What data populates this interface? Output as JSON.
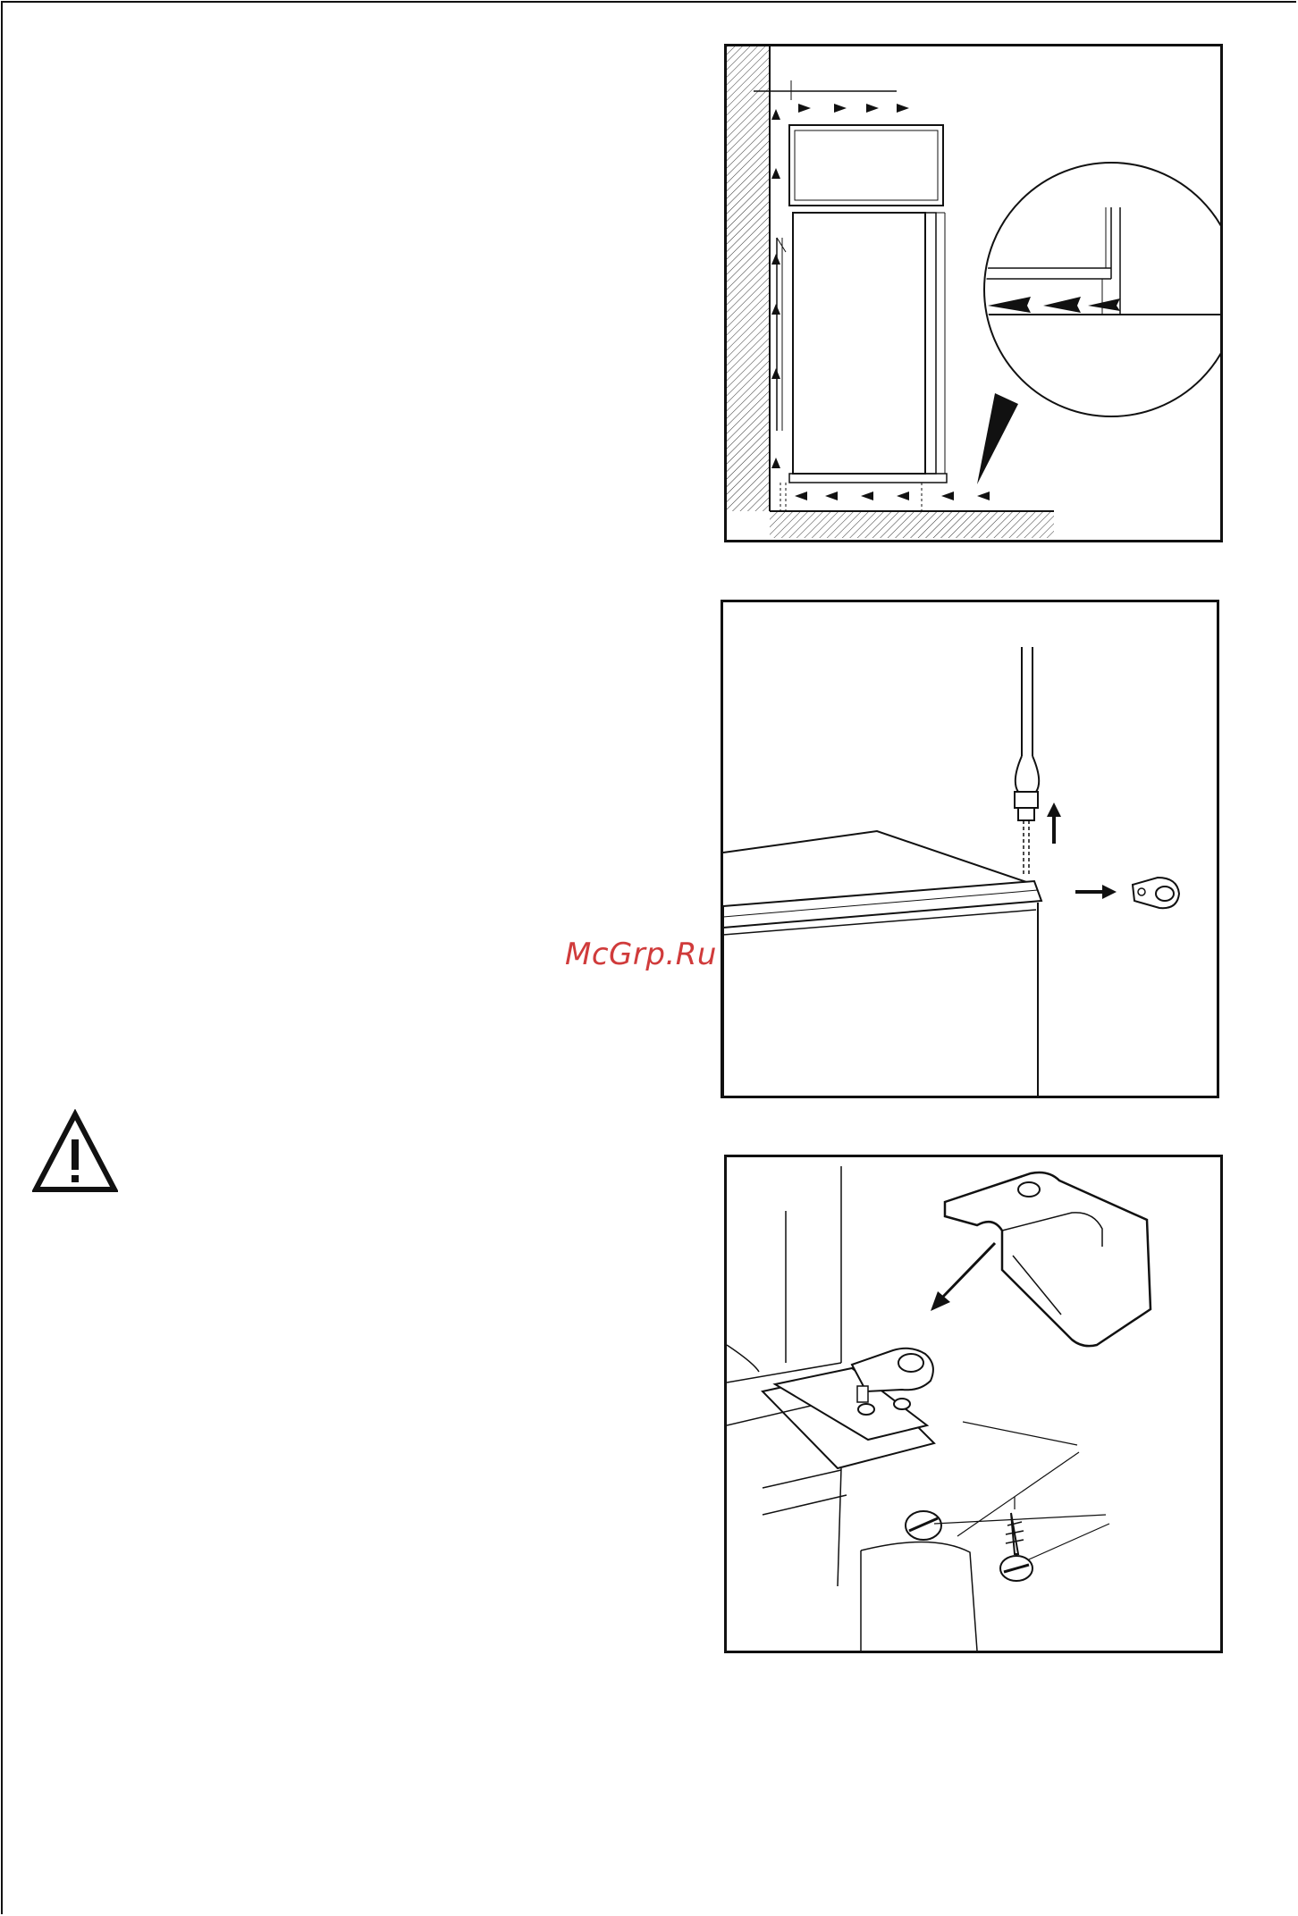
{
  "watermark": {
    "text": "McGrp.Ru",
    "color": "#d03b3b"
  },
  "warning": {
    "icon": "warning-triangle-icon"
  },
  "figures": [
    {
      "name": "ventilation-diagram"
    },
    {
      "name": "hinge-screw-removal"
    },
    {
      "name": "hinge-bracket-assembly"
    }
  ]
}
